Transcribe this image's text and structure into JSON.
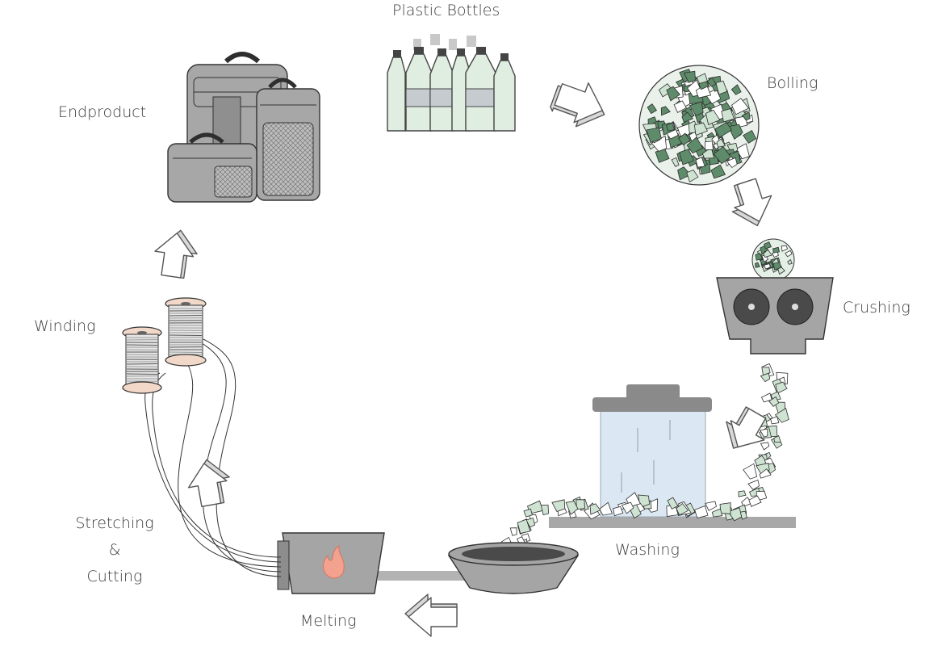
{
  "labels": {
    "plastic_bottles": "Plastic Bottles",
    "bolling": "Bolling",
    "crushing": "Crushing",
    "washing": "Washing",
    "melting": "Melting",
    "stretching_line1": "Stretching",
    "stretching_line2": "&",
    "stretching_line3": "Cutting",
    "winding": "Winding",
    "endproduct": "Endproduct"
  },
  "colors": {
    "bottle_fill": "#dfeee0",
    "flake_dark": "#5e8c6a",
    "flake_light": "#cfe3d2",
    "machine_gray": "#9a9a9a",
    "bag_gray": "#a7a7a7",
    "tank_blue": "#dbe8f3",
    "flame": "#f3a28f"
  },
  "cycle_steps": [
    "Plastic Bottles",
    "Bolling",
    "Crushing",
    "Washing",
    "Melting",
    "Stretching & Cutting",
    "Winding",
    "Endproduct"
  ]
}
